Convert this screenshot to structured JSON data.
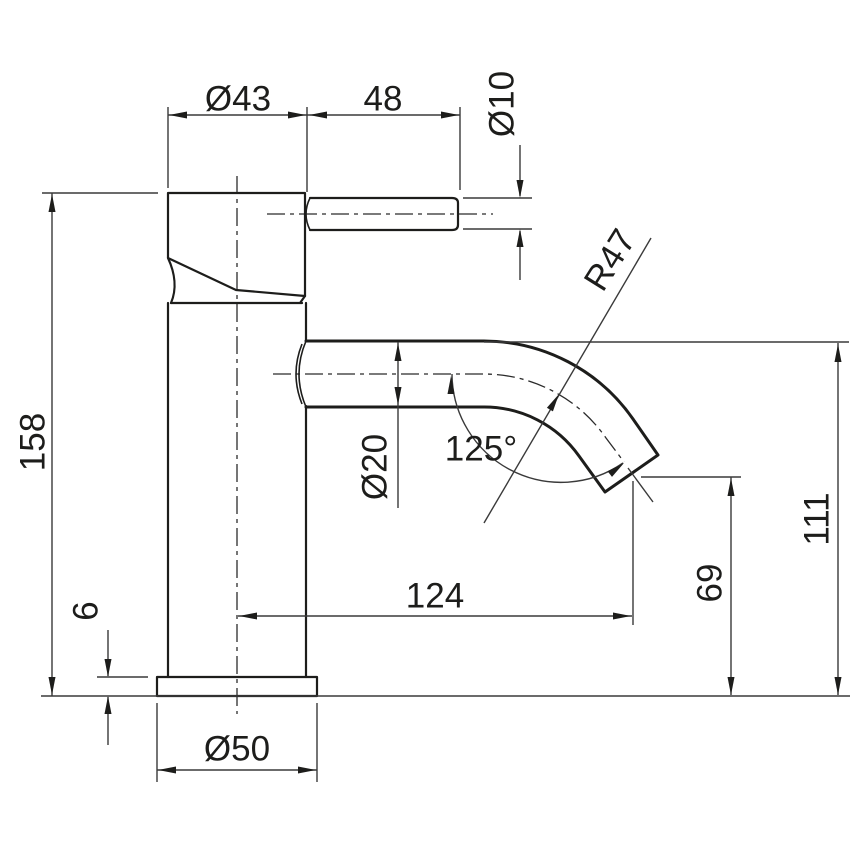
{
  "drawing": {
    "type": "technical-dimension-drawing",
    "subject": "single-lever basin mixer faucet, side elevation",
    "background_color": "#ffffff",
    "line_color": "#1d1d1b",
    "dimensions": {
      "handle_body_diameter": "Ø43",
      "lever_length": "48",
      "lever_diameter": "Ø10",
      "total_height": "158",
      "spout_bend_radius": "R47",
      "spout_diameter": "Ø20",
      "spout_angle": "125°",
      "spout_reach": "124",
      "outlet_height": "69",
      "spout_top_height": "111",
      "base_thickness": "6",
      "base_diameter": "Ø50"
    }
  }
}
